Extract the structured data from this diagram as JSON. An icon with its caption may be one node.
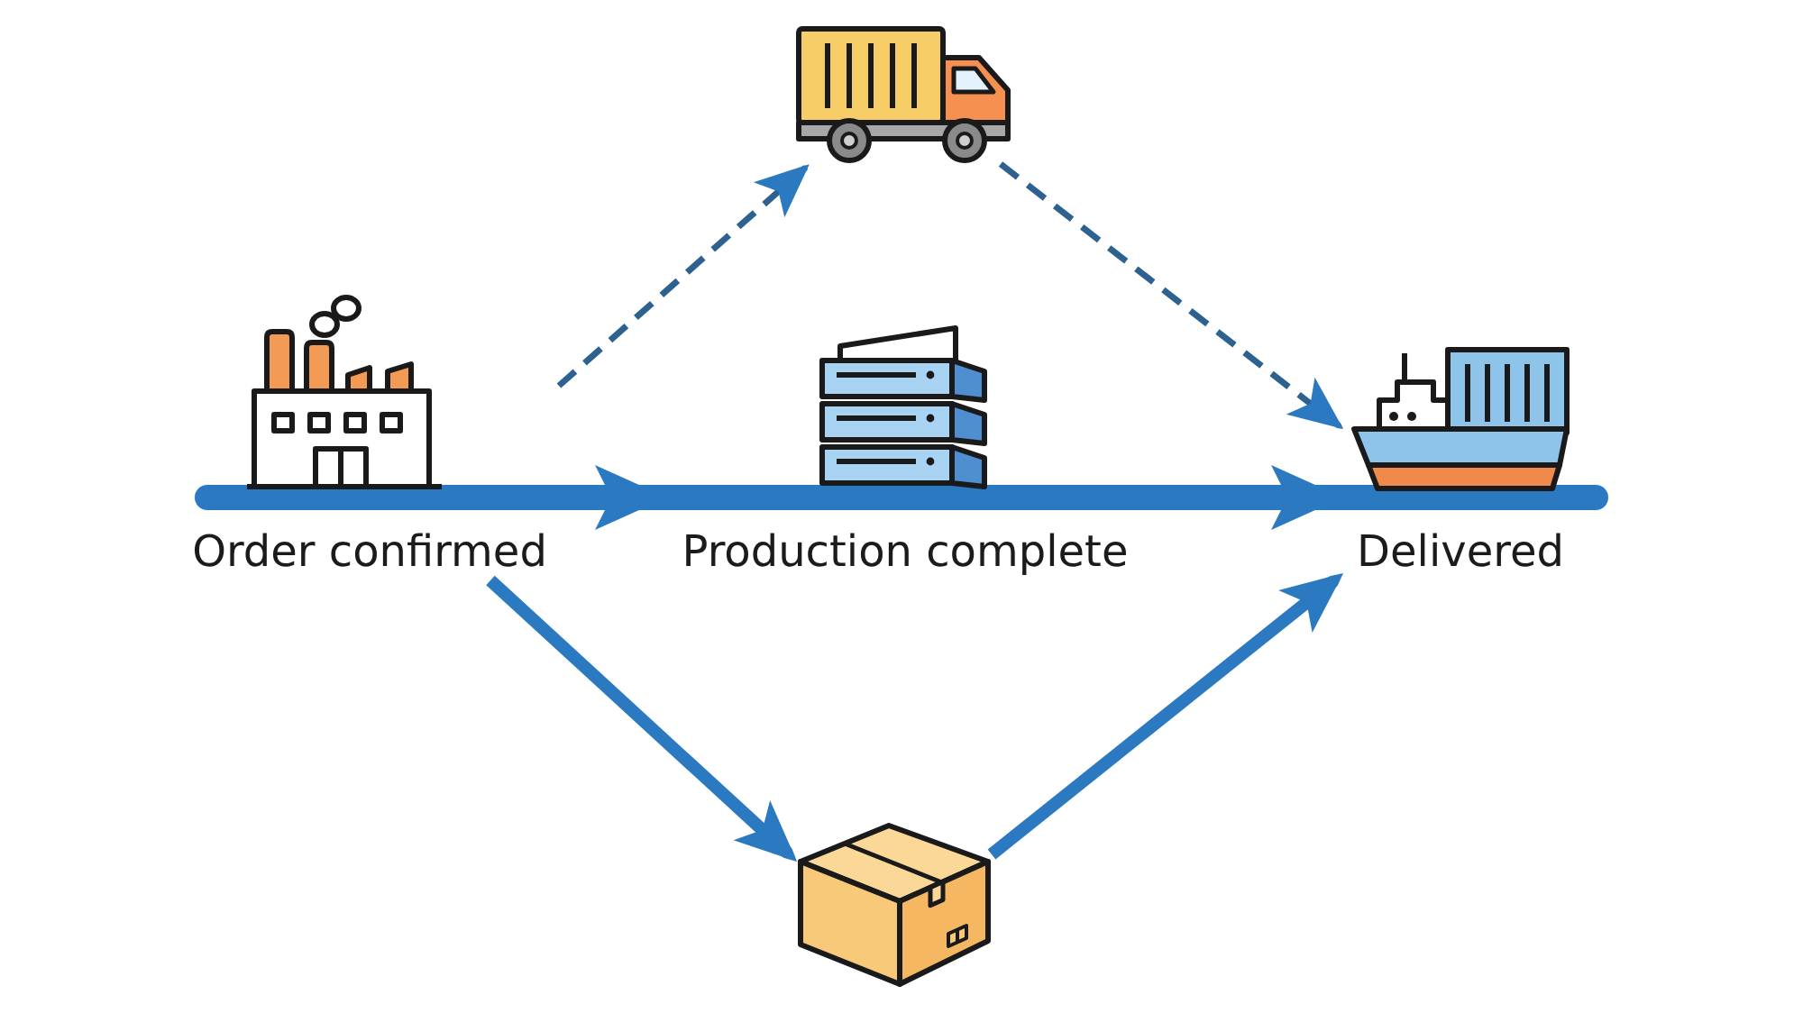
{
  "diagram": {
    "nodes": [
      {
        "text": [
          "Order confirmed"
        ]
      },
      {
        "text": [
          "Production complete"
        ]
      },
      {
        "text": [
          "Delivered"
        ]
      },
      {
        "text": [],
        "shape": "picture"
      },
      {
        "text": [],
        "shape": "picture"
      }
    ],
    "edges": [
      {
        "from": 0,
        "to": 3,
        "arrow": "to",
        "style": "dashed",
        "color": "#2d6290"
      },
      {
        "from": 3,
        "to": 2,
        "arrow": "to",
        "style": "dashed",
        "color": "#2d6290"
      },
      {
        "from": 0,
        "to": 1,
        "arrow": "to",
        "style": "thick"
      },
      {
        "from": 1,
        "to": 2,
        "arrow": "to",
        "style": "thick"
      },
      {
        "from": 0,
        "to": 4,
        "arrow": "to"
      },
      {
        "from": 4,
        "to": 2,
        "arrow": "to"
      }
    ]
  }
}
